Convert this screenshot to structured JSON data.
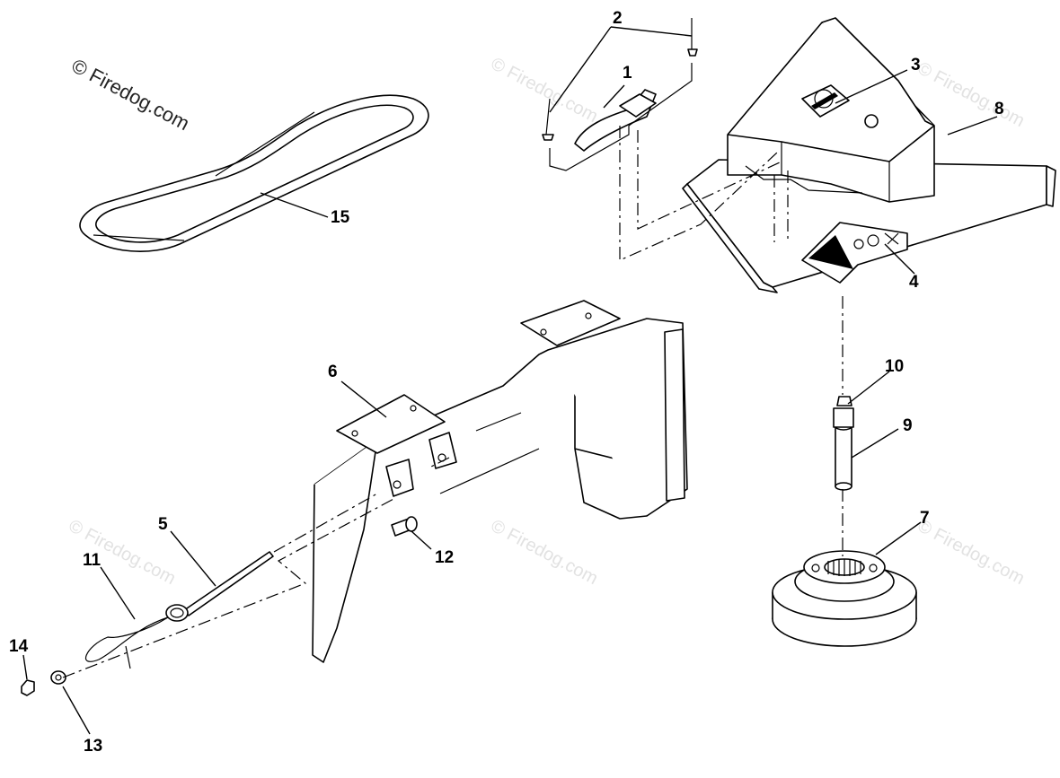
{
  "watermark": {
    "main": "© Firedog.com",
    "repeat": "© Firedog.com"
  },
  "callouts": [
    {
      "id": "c1",
      "text": "1"
    },
    {
      "id": "c2",
      "text": "2"
    },
    {
      "id": "c3",
      "text": "3"
    },
    {
      "id": "c4",
      "text": "4"
    },
    {
      "id": "c5",
      "text": "5"
    },
    {
      "id": "c6",
      "text": "6"
    },
    {
      "id": "c7",
      "text": "7"
    },
    {
      "id": "c8",
      "text": "8"
    },
    {
      "id": "c9",
      "text": "9"
    },
    {
      "id": "c10",
      "text": "10"
    },
    {
      "id": "c11",
      "text": "11"
    },
    {
      "id": "c12",
      "text": "12"
    },
    {
      "id": "c13",
      "text": "13"
    },
    {
      "id": "c14",
      "text": "14"
    },
    {
      "id": "c15",
      "text": "15"
    }
  ]
}
